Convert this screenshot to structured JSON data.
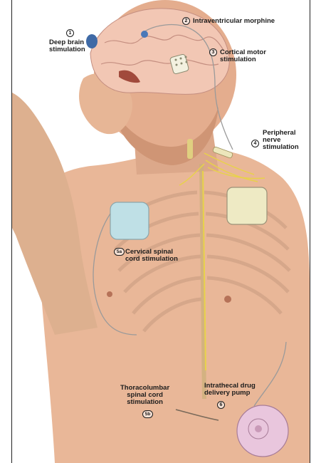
{
  "labels": {
    "deep_brain": {
      "num": "1",
      "text": "Deep brain\nstimulation"
    },
    "intraventricular": {
      "num": "2",
      "text": "Intraventricular morphine"
    },
    "cortical": {
      "num": "3",
      "text": "Cortical motor\nstimulation"
    },
    "peripheral": {
      "num": "4",
      "text": "Peripheral\nnerve\nstimulation"
    },
    "cervical": {
      "num": "5a",
      "text": "Cervical spinal\ncord stimulation"
    },
    "thoracolumbar": {
      "num": "5b",
      "text": "Thoracolumbar\nspinal cord\nstimulation"
    },
    "intrathecal": {
      "num": "6",
      "text": "Intrathecal drug\ndelivery pump"
    }
  },
  "colors": {
    "skin": "#e9b798",
    "skin_shadow": "#c98f6e",
    "brain": "#f2c7b4",
    "bone": "#d8b8a0",
    "device_blue": "#bfe0e6",
    "device_yellow": "#eeeac4",
    "pump_pink": "#e9c6dd",
    "nerve": "#e8d24a"
  }
}
